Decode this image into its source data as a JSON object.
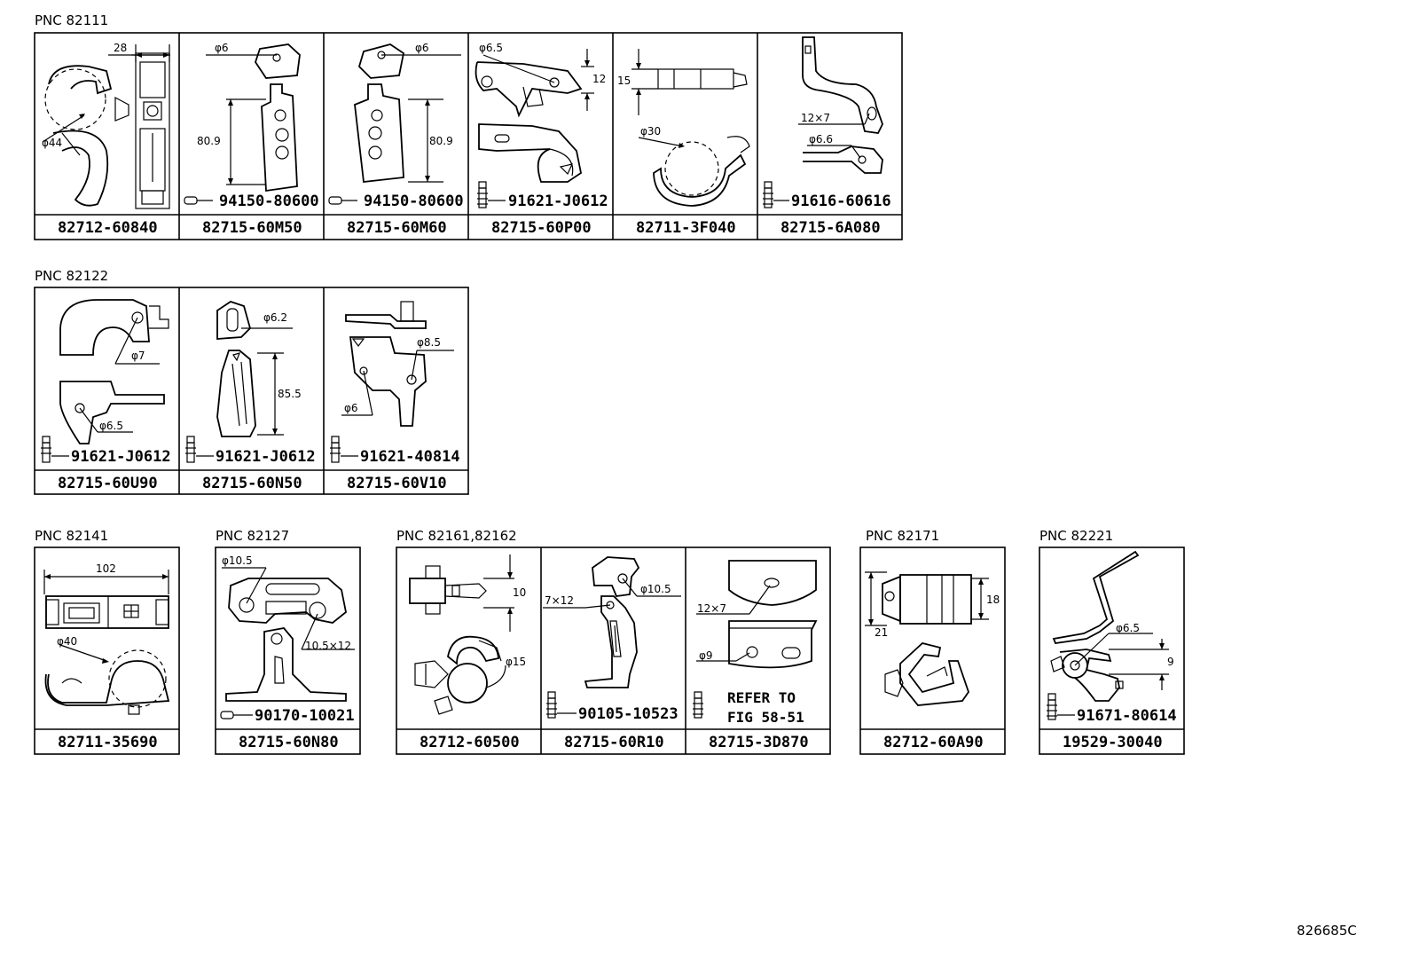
{
  "sections": {
    "s1": "PNC 82111",
    "s2": "PNC 82122",
    "s3": "PNC 82141",
    "s4": "PNC 82127",
    "s5": "PNC 82161,82162",
    "s6": "PNC 82171",
    "s7": "PNC 82221"
  },
  "parts": {
    "p1": "82712-60840",
    "p2": "82715-60M50",
    "p3": "82715-60M60",
    "p4": "82715-60P00",
    "p5": "82711-3F040",
    "p6": "82715-6A080",
    "p7": "82715-60U90",
    "p8": "82715-60N50",
    "p9": "82715-60V10",
    "p10": "82711-35690",
    "p11": "82715-60N80",
    "p12": "82712-60500",
    "p13": "82715-60R10",
    "p14": "82715-3D870",
    "p15": "82712-60A90",
    "p16": "19529-30040"
  },
  "fasteners": {
    "f2": "94150-80600",
    "f3": "94150-80600",
    "f4": "91621-J0612",
    "f6": "91616-60616",
    "f7": "91621-J0612",
    "f8": "91621-J0612",
    "f9": "91621-40814",
    "f11": "90170-10021",
    "f13": "90105-10523",
    "f16": "91671-80614"
  },
  "refer": {
    "line1": "REFER TO",
    "line2": "FIG 58-51"
  },
  "dims": {
    "d1a": "28",
    "d1b": "φ44",
    "d2a": "φ6",
    "d2b": "80.9",
    "d3a": "φ6",
    "d3b": "80.9",
    "d4a": "φ6.5",
    "d4b": "12",
    "d5a": "15",
    "d5b": "φ30",
    "d6a": "12×7",
    "d6b": "φ6.6",
    "d7a": "φ7",
    "d7b": "φ6.5",
    "d8a": "φ6.2",
    "d8b": "85.5",
    "d9a": "φ8.5",
    "d9b": "φ6",
    "d10a": "102",
    "d10b": "φ40",
    "d11a": "φ10.5",
    "d11b": "10.5×12",
    "d12a": "10",
    "d12b": "φ15",
    "d13a": "7×12",
    "d13b": "φ10.5",
    "d14a": "12×7",
    "d14b": "φ9",
    "d15a": "21",
    "d15b": "18",
    "d16a": "φ6.5",
    "d16b": "9"
  },
  "illustration_code": "826685C",
  "colors": {
    "ink": "#000000",
    "paper": "#ffffff"
  }
}
